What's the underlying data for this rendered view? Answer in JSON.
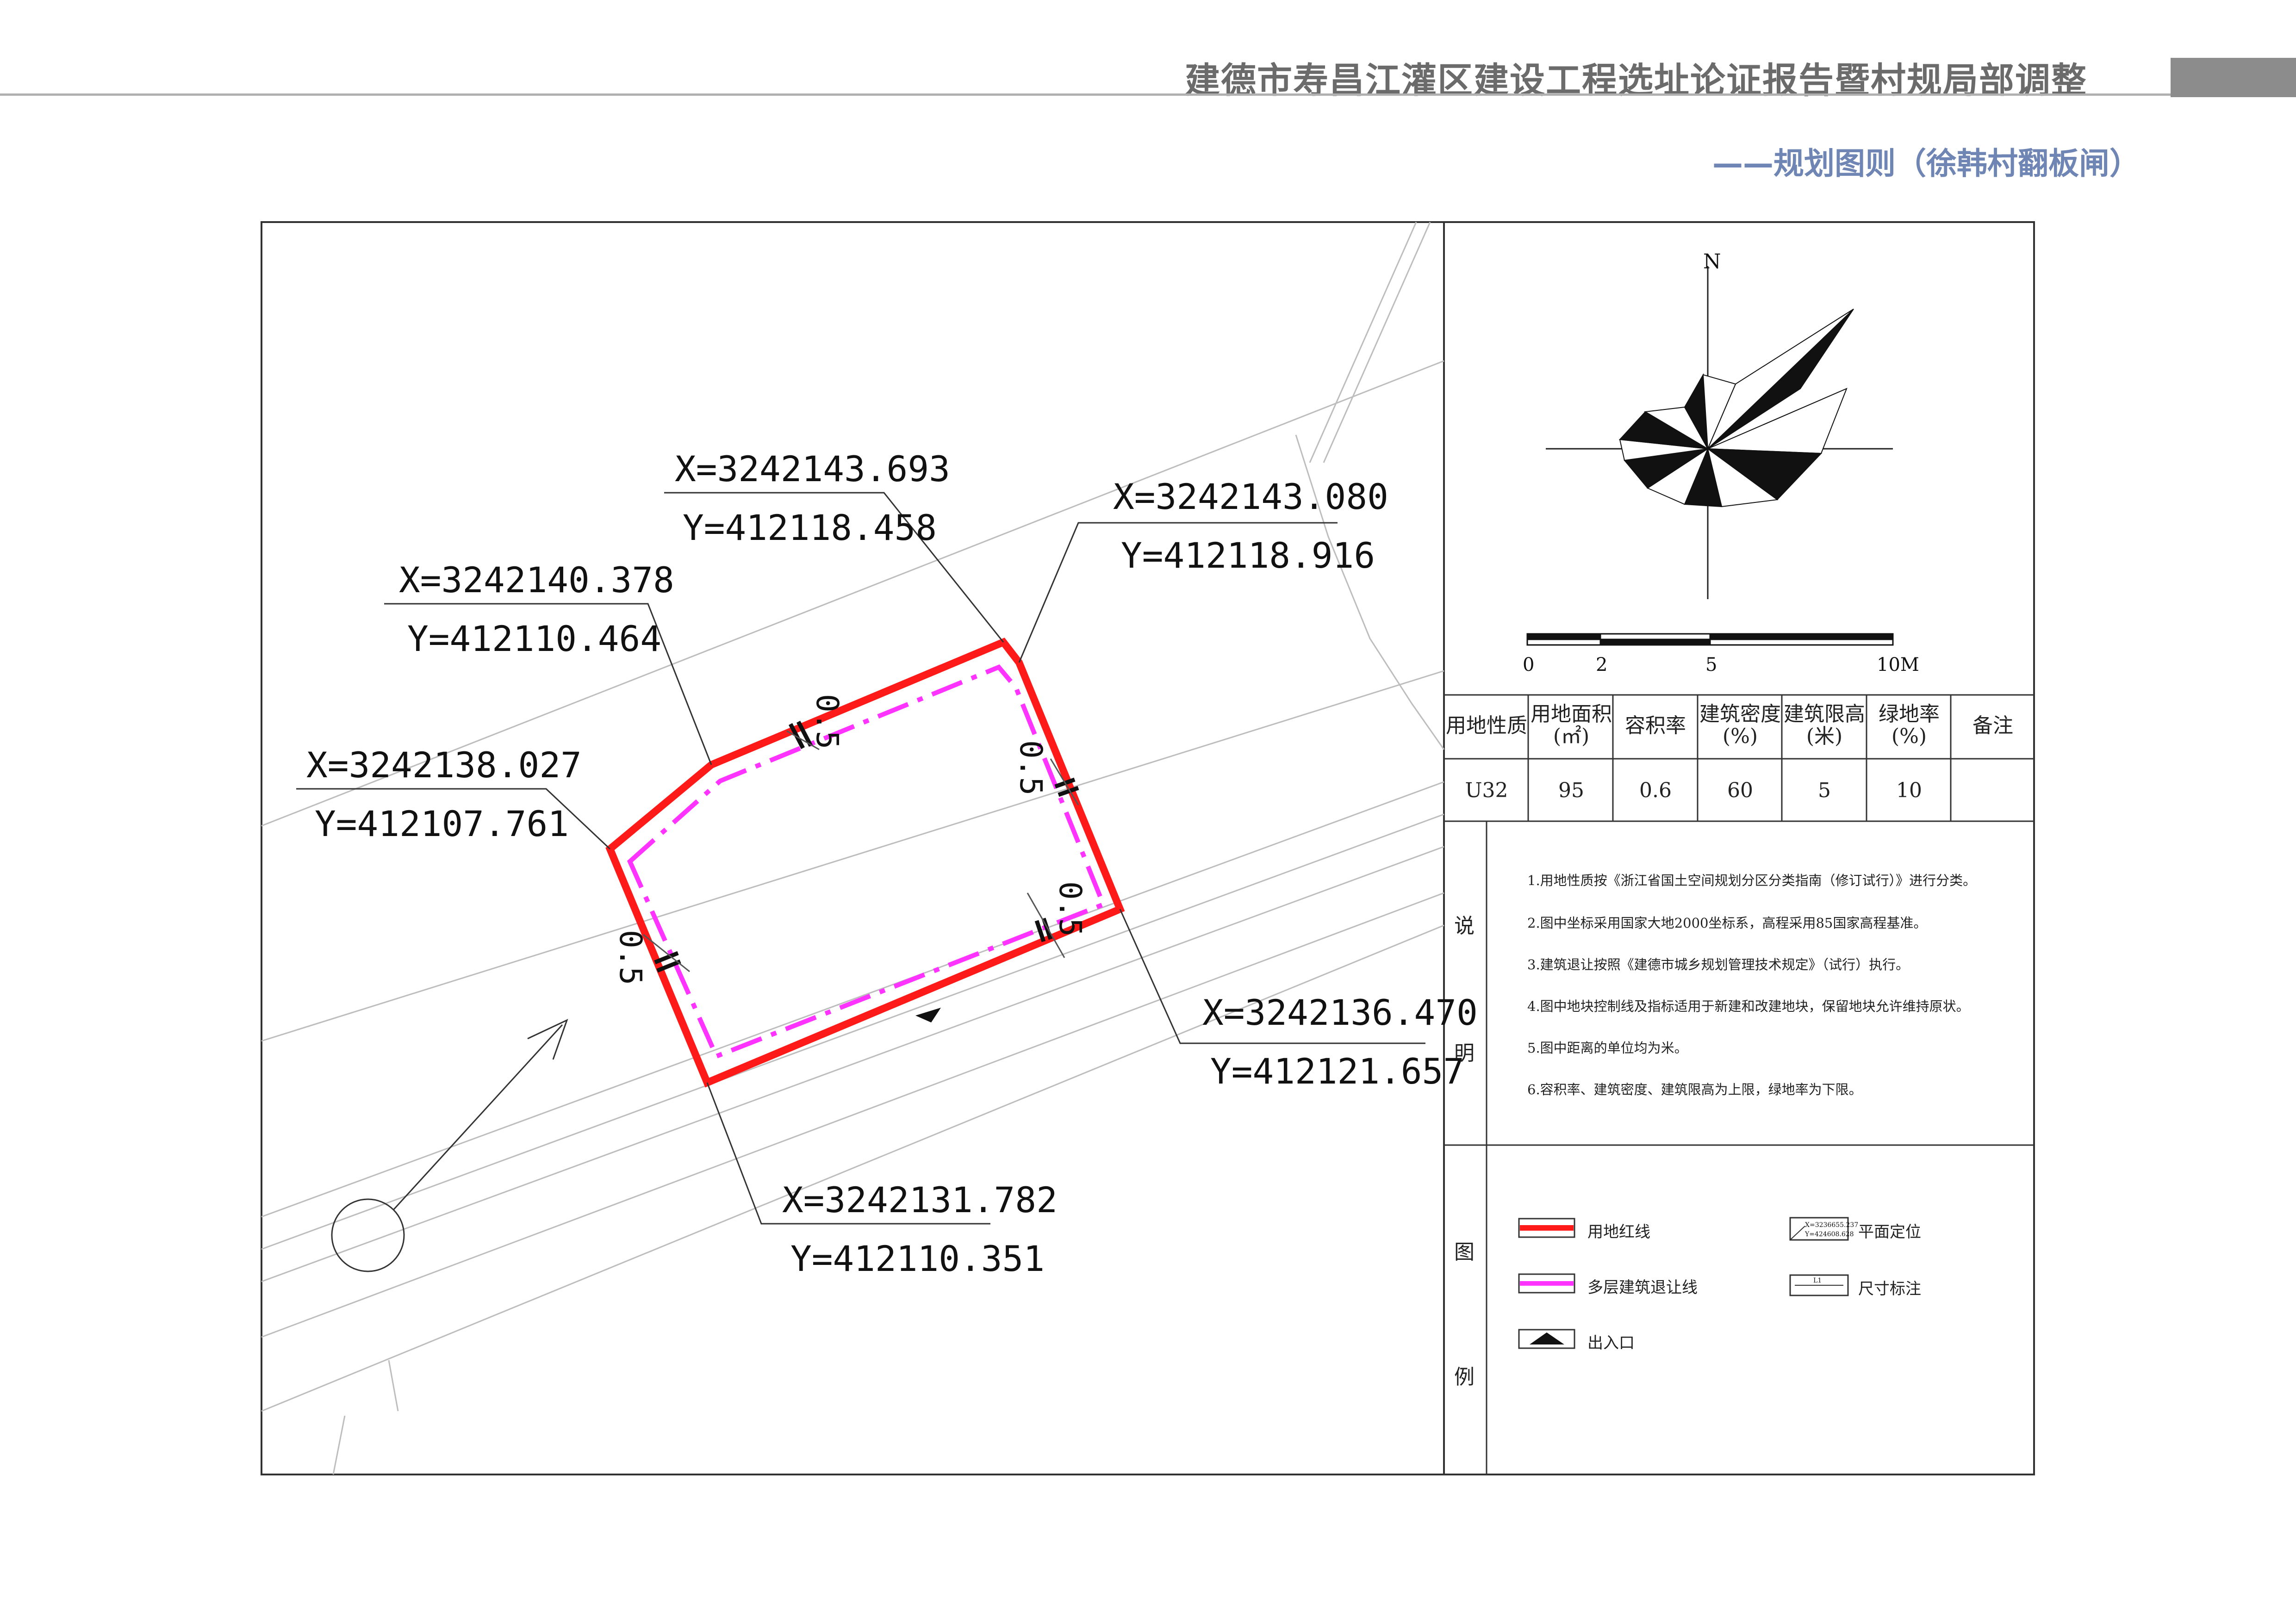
{
  "header": {
    "title": "建德市寿昌江灌区建设工程选址论证报告暨村规局部调整",
    "subtitle": "——规划图则（徐韩村翻板闸）"
  },
  "coordinates": [
    {
      "x": "X=3242143.693",
      "y": "Y=412118.458"
    },
    {
      "x": "X=3242143.080",
      "y": "Y=412118.916"
    },
    {
      "x": "X=3242140.378",
      "y": "Y=412110.464"
    },
    {
      "x": "X=3242138.027",
      "y": "Y=412107.761"
    },
    {
      "x": "X=3242136.470",
      "y": "Y=412121.657"
    },
    {
      "x": "X=3242131.782",
      "y": "Y=412110.351"
    }
  ],
  "setbacks": [
    "0.5",
    "0.5",
    "0.5",
    "0.5"
  ],
  "compass": {
    "north": "N"
  },
  "scale_bar": {
    "labels": [
      "0",
      "2",
      "5",
      "10M"
    ]
  },
  "indicator_table": {
    "headers": [
      "用地性质",
      "用地面积(㎡)",
      "容积率",
      "建筑密度(%)",
      "建筑限高(米)",
      "绿地率(%)",
      "备注"
    ],
    "values": [
      "U32",
      "95",
      "0.6",
      "60",
      "5",
      "10",
      ""
    ]
  },
  "notes": {
    "label": [
      "说",
      "明"
    ],
    "items": [
      "1.用地性质按《浙江省国土空间规划分区分类指南（修订试行）》进行分类。",
      "2.图中坐标采用国家大地2000坐标系，高程采用85国家高程基准。",
      "3.建筑退让按照《建德市城乡规划管理技术规定》（试行）执行。",
      "4.图中地块控制线及指标适用于新建和改建地块，保留地块允许维持原状。",
      "5.图中距离的单位均为米。",
      "6.容积率、建筑密度、建筑限高为上限，绿地率为下限。"
    ]
  },
  "legend": {
    "label": [
      "图",
      "例"
    ],
    "items": [
      "用地红线",
      "多层建筑退让线",
      "出入口",
      "平面定位",
      "尺寸标注"
    ],
    "sample_coord": [
      "X=3236655.237",
      "Y=424608.628"
    ],
    "sample_dim": "L1"
  },
  "colors": {
    "red_line": "#ff1a1a",
    "setback_line": "#ff33ff",
    "subtitle": "#6f86b4"
  }
}
